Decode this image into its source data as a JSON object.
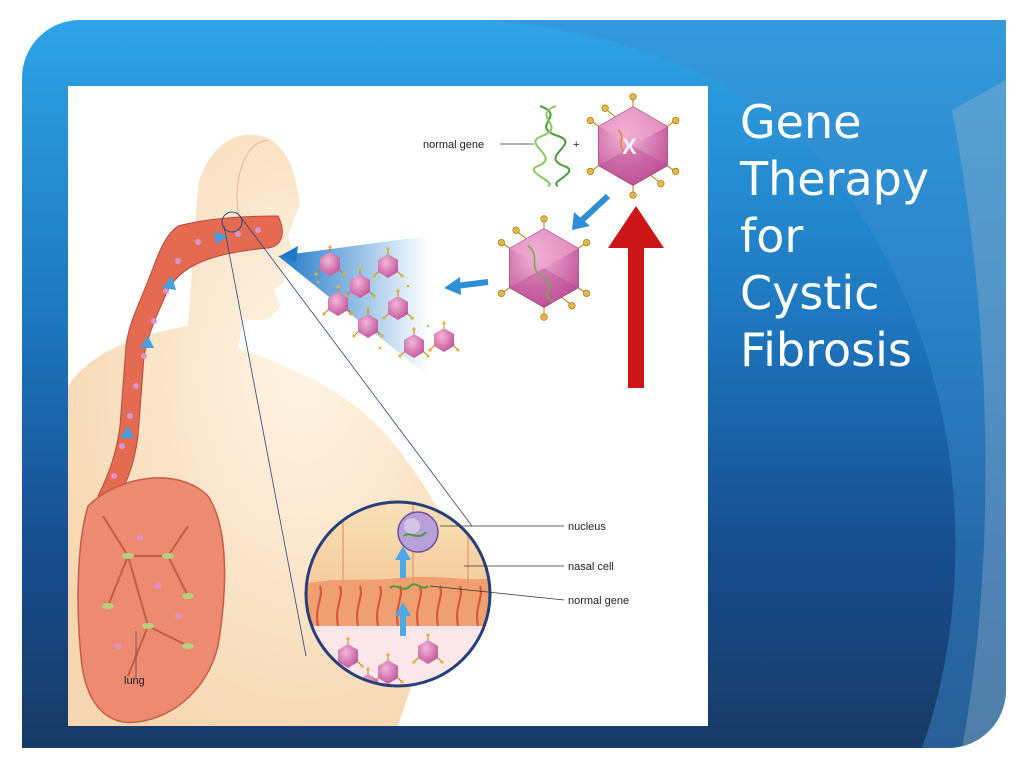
{
  "slide": {
    "title_lines": [
      "Gene",
      "Therapy",
      "for",
      "Cystic",
      "Fibrosis"
    ],
    "colors": {
      "title": "#ffffff",
      "gradient_top": "#2ea4e6",
      "gradient_bottom": "#183a66",
      "accent_arrow": "#cc1518"
    }
  },
  "figure": {
    "labels": {
      "normal_gene_top": "normal gene",
      "plus": "+",
      "virus_mark": "X",
      "nucleus": "nucleus",
      "nasal_cell": "nasal cell",
      "normal_gene_inset": "normal gene",
      "lung": "lung"
    }
  }
}
